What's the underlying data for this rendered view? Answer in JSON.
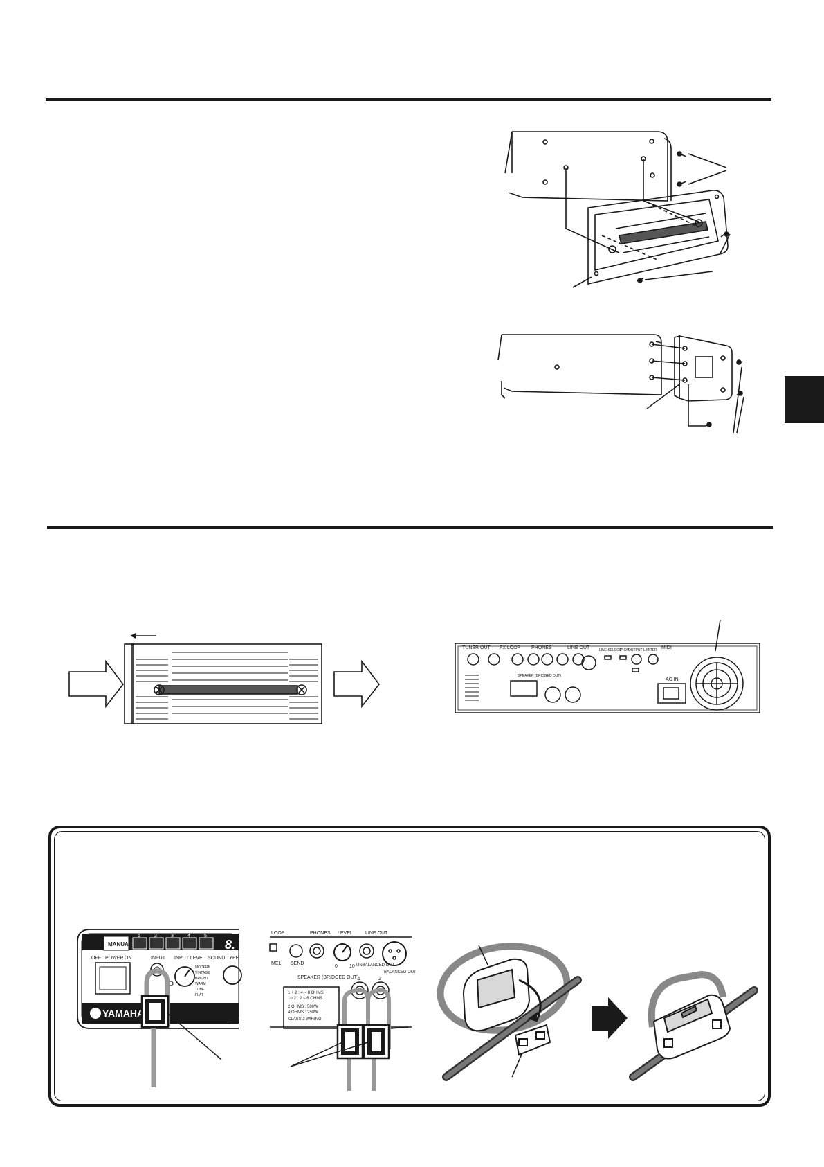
{
  "panel_front": {
    "buttons": [
      "1",
      "2",
      "3",
      "4",
      "5"
    ],
    "manual_label": "MANUAL",
    "display_digit": "8.",
    "power_labels": [
      "OFF",
      "POWER",
      "ON"
    ],
    "input_label": "INPUT",
    "input_level_label": "INPUT LEVEL",
    "sound_type_label": "SOUND TYPE",
    "sound_types": [
      "MODERN",
      "VINTAGE",
      "BRIGHT",
      "WARM",
      "TUBE",
      "FLAT"
    ],
    "brand": "YAMAHA"
  },
  "panel_rear_closeup": {
    "loop_label": "LOOP",
    "phones_label": "PHONES",
    "level_label": "LEVEL",
    "line_out_label": "LINE OUT",
    "unbalanced_label": "UNBALANCED OUT",
    "balanced_label": "BALANCED OUT",
    "level_min": "0",
    "level_max": "10",
    "speaker_label": "SPEAKER (BRIDGED OUT)",
    "speaker_jacks": [
      "1",
      "2"
    ],
    "ohms_lines": [
      "1 + 2 : 4 ~ 8 OHMS",
      "1or2 : 2 ~ 8 OHMS",
      "2 OHMS : 500W",
      "4 OHMS : 250W",
      "CLASS 2 WIRING"
    ],
    "send_label": "SEND",
    "mel_label": "MEL"
  },
  "rear_panel_small": {
    "labels": [
      "TUNER OUT",
      "FX LOOP",
      "PHONES",
      "LINE OUT",
      "LINE SELECT",
      "SP EM",
      "OUTPUT LIMITER",
      "MIDI",
      "AC IN",
      "SPEAKER (BRIDGED OUT)"
    ]
  }
}
